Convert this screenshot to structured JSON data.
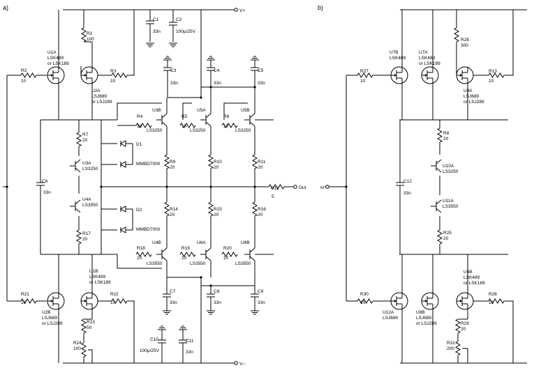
{
  "panels": {
    "a": "a)",
    "b": "b)"
  },
  "rails": {
    "pos": "V+",
    "neg": "V–"
  },
  "io": {
    "in": "In",
    "out": "Out"
  },
  "a": {
    "R1": [
      "R1",
      "100"
    ],
    "R2": [
      "R2",
      "10"
    ],
    "R3": [
      "R3",
      "10"
    ],
    "R4": [
      "R4",
      "10"
    ],
    "R5": [
      "R5",
      "10"
    ],
    "R6": [
      "R6",
      "10"
    ],
    "R7": [
      "R7",
      "20"
    ],
    "R9": [
      "R9",
      "20"
    ],
    "R10": [
      "R10",
      "20"
    ],
    "R11": [
      "R11",
      "20"
    ],
    "R12": [
      "R12",
      "5"
    ],
    "R14": [
      "R14",
      "20"
    ],
    "R15": [
      "R15",
      "20"
    ],
    "R16": [
      "R16",
      "20"
    ],
    "R17": [
      "R17",
      "20"
    ],
    "R18": [
      "R18",
      "10"
    ],
    "R19": [
      "R19",
      "10"
    ],
    "R20": [
      "R20",
      "10"
    ],
    "R21": [
      "R21",
      "10"
    ],
    "R22": [
      "R22",
      "10"
    ],
    "R23": [
      "R23",
      "50"
    ],
    "R24": [
      "R24",
      "100"
    ],
    "C1": [
      "C1",
      "33n"
    ],
    "C2": [
      "C2",
      "100µ/25V"
    ],
    "C3": [
      "C3",
      "33n"
    ],
    "C4": [
      "C4",
      "33n"
    ],
    "C5": [
      "C5",
      "33n"
    ],
    "C6": [
      "C6",
      "33n"
    ],
    "C7": [
      "C7",
      "33n"
    ],
    "C8": [
      "C8",
      "33n"
    ],
    "C9": [
      "C9",
      "33n"
    ],
    "C10": [
      "C10",
      "100µ/25V"
    ],
    "C11": [
      "C11",
      "33n"
    ],
    "U1A": [
      "U1A",
      "LSK489",
      "or LSK189"
    ],
    "U2A": [
      "U2A",
      "LSJ689",
      "or LSJ289"
    ],
    "U1B": [
      "U1B",
      "LSK489",
      "or LSK189"
    ],
    "U2B": [
      "U2B",
      "LSJ689",
      "or LSJ289"
    ],
    "U3B": [
      "U3B",
      "LS3250"
    ],
    "U5A": [
      "U5A",
      "LS3250"
    ],
    "U5B": [
      "U5B",
      "LS3250"
    ],
    "U4B": [
      "U4B",
      "LS3550"
    ],
    "U6A": [
      "U6A",
      "LS3550"
    ],
    "U6B": [
      "U6B",
      "LS3550"
    ],
    "U3A": [
      "U3A",
      "LS3250"
    ],
    "U4A": [
      "U4A",
      "LS3550"
    ],
    "D1": [
      "D1",
      "MMBD7000"
    ],
    "D2": [
      "D2",
      "MMBD7000"
    ]
  },
  "b": {
    "R27": [
      "R27",
      "10"
    ],
    "R28": [
      "R28",
      "300"
    ],
    "R13": [
      "R13",
      "10"
    ],
    "R8": [
      "R8",
      "20"
    ],
    "R25": [
      "R25",
      "20"
    ],
    "R30": [
      "R30",
      "10"
    ],
    "R26": [
      "R26",
      "10"
    ],
    "R29": [
      "R29",
      "20"
    ],
    "R31": [
      "R31",
      "200"
    ],
    "C12": [
      "C12",
      "33n"
    ],
    "U7B": [
      "U7B",
      "LSK489"
    ],
    "U7A": [
      "U7A",
      "LSK489",
      "or LSK189"
    ],
    "U9A": [
      "U9A",
      "LSJ689",
      "or LSJ289"
    ],
    "U10A": [
      "U10A",
      "LS3250"
    ],
    "U11A": [
      "U11A",
      "LS3550"
    ],
    "U12A": [
      "U12A",
      "LSJ689"
    ],
    "U8B": [
      "U8B",
      "LSJ689",
      "or LSJ289"
    ],
    "U6B": [
      "U6B",
      "LSK489",
      "or LSK189"
    ]
  }
}
